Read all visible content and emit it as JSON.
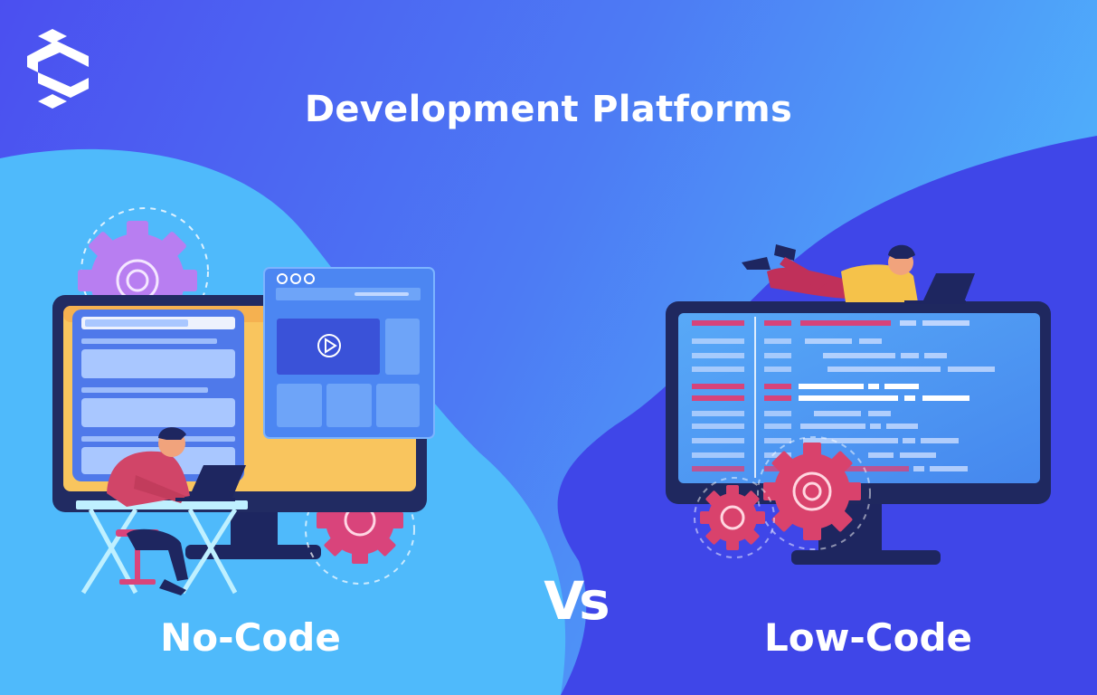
{
  "title": "Development Platforms",
  "left": {
    "label": "No-Code"
  },
  "right": {
    "label": "Low-Code"
  },
  "versus": "Vs",
  "icons": {
    "logo": "brand-s-logo-icon",
    "gears": "gear-icon",
    "play": "play-icon",
    "laptop": "laptop-icon"
  },
  "colors": {
    "background_deep": "#4a4ef0",
    "background_mid": "#4b86f4",
    "blob_light": "#4fb9fb",
    "blob_dark": "#3d44e6",
    "monitor_frame": "#202a5e",
    "screen_yellow": "#f9c55d",
    "gear_purple": "#b77cf0",
    "gear_pink": "#d9427a",
    "code_red": "#d9426c",
    "text": "#ffffff"
  }
}
